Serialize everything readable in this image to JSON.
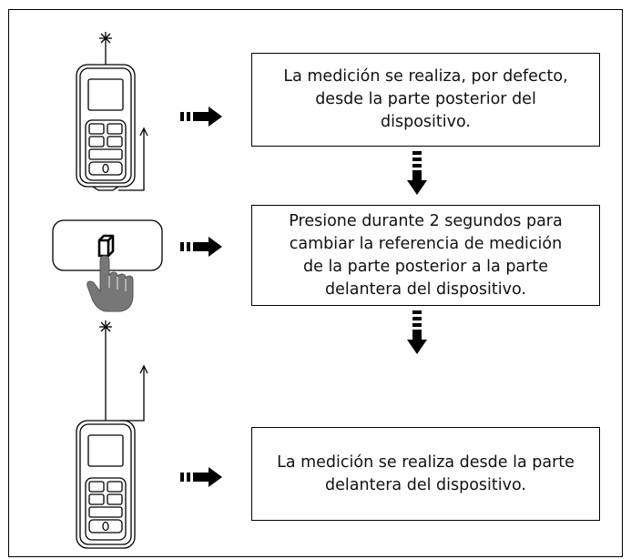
{
  "steps": [
    {
      "text": "La medición se realiza, por defecto,\ndesde la parte posterior del\ndispositivo."
    },
    {
      "text": "Presione durante 2 segundos para\ncambiar la referencia de medición\nde la parte posterior a la parte\ndelantera del dispositivo."
    },
    {
      "text": "La medición se realiza desde la parte\ndelantera del dispositivo."
    }
  ],
  "icons": {
    "device": "laser-distance-meter-icon",
    "button": "reference-button-icon",
    "hand": "pointing-hand-icon",
    "arrow_right": "dashed-arrow-right-icon",
    "arrow_down": "dashed-arrow-down-icon"
  },
  "colors": {
    "line": "#000000",
    "background": "#ffffff"
  }
}
